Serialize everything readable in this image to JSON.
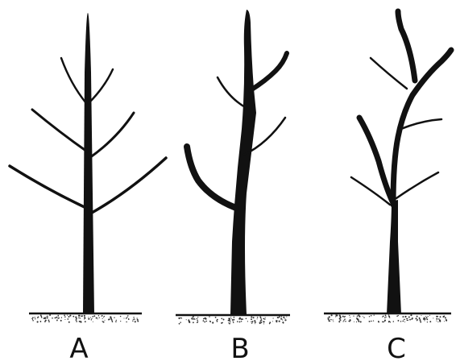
{
  "colors": {
    "background": "#ffffff",
    "ink": "#111111",
    "ground_speckle": "#333333"
  },
  "trees": [
    {
      "id": "a",
      "label": "A"
    },
    {
      "id": "b",
      "label": "B"
    },
    {
      "id": "c",
      "label": "C"
    }
  ]
}
